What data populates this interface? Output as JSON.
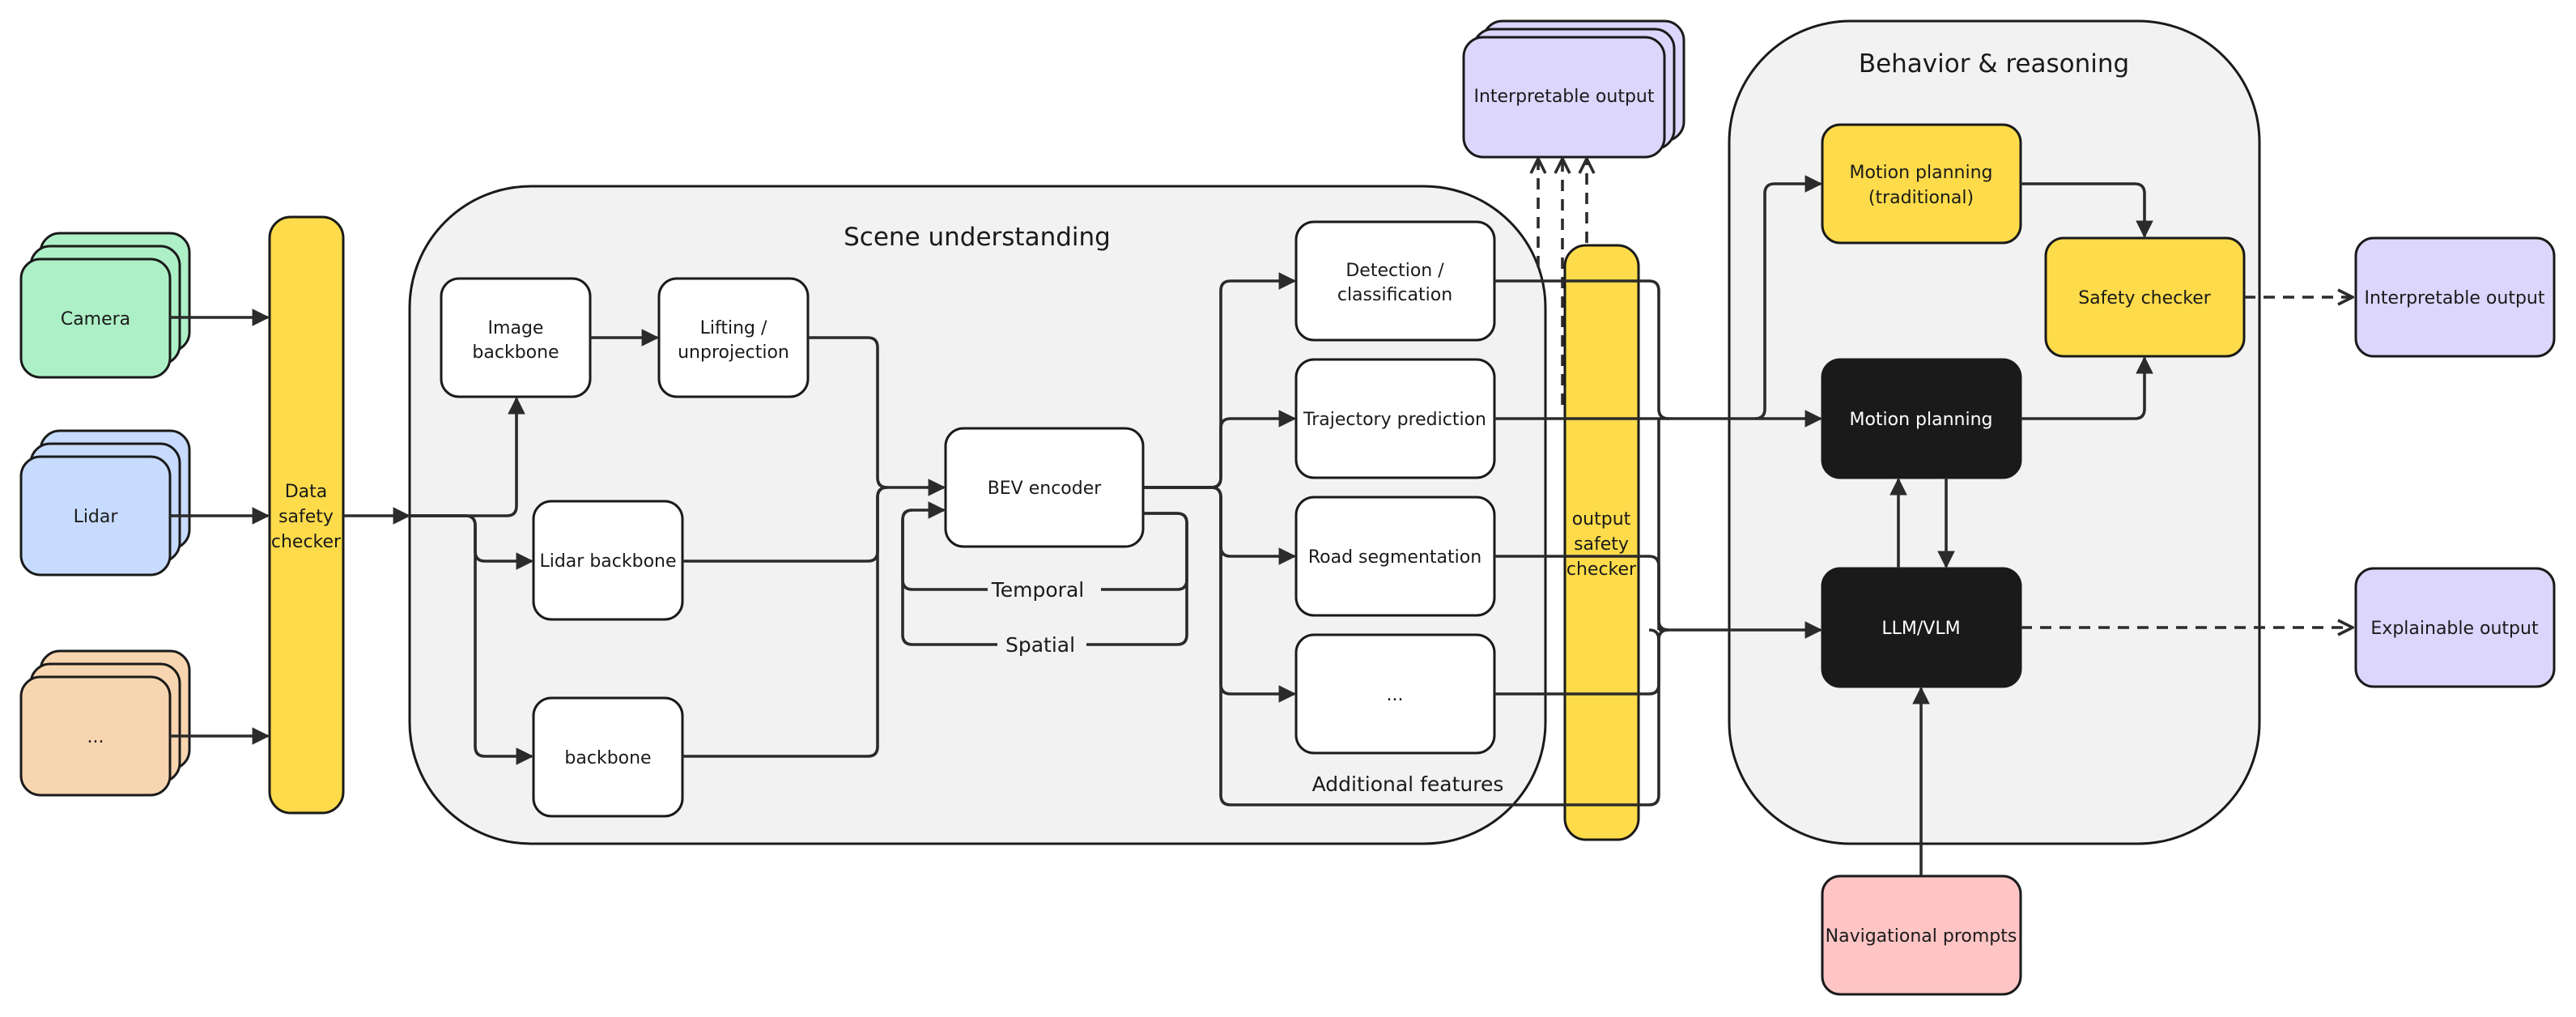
{
  "groups": {
    "scene": "Scene understanding",
    "behavior": "Behavior & reasoning"
  },
  "sensors": {
    "camera": "Camera",
    "lidar": "Lidar",
    "other": "..."
  },
  "checkers": {
    "data": [
      "Data",
      "safety",
      "checker"
    ],
    "output": [
      "output",
      "safety",
      "checker"
    ]
  },
  "scene_nodes": {
    "image_backbone": [
      "Image",
      "backbone"
    ],
    "lifting": [
      "Lifting /",
      "unprojection"
    ],
    "lidar_backbone": "Lidar backbone",
    "backbone": "backbone",
    "bev_encoder": "BEV encoder",
    "temporal": "Temporal",
    "spatial": "Spatial",
    "detection": [
      "Detection /",
      "classification"
    ],
    "trajectory": "Trajectory prediction",
    "road_seg": "Road segmentation",
    "more": "...",
    "additional": "Additional features"
  },
  "behavior_nodes": {
    "motion_trad": [
      "Motion planning",
      "(traditional)"
    ],
    "safety_checker": "Safety checker",
    "motion_planning": "Motion planning",
    "llm": "LLM/VLM"
  },
  "outputs": {
    "interp_top": "Interpretable output",
    "interp_right": "Interpretable output",
    "explainable": "Explainable output",
    "nav_prompts": "Navigational prompts"
  },
  "colors": {
    "camera": "#adf0c7",
    "lidar": "#c7dbff",
    "other": "#f7d5b0",
    "checker": "#fddb4a",
    "group_fill": "#f2f2f2",
    "output": "#dcd6fd",
    "black_node": "#1a1a1a",
    "nav": "#ffc5c5"
  }
}
